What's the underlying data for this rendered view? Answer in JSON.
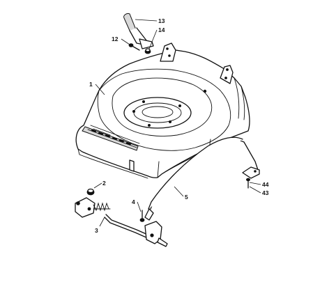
{
  "callouts": {
    "c1": "1",
    "c2": "2",
    "c3": "3",
    "c4": "4",
    "c5": "5",
    "c12": "12",
    "c13": "13",
    "c14": "14",
    "c43": "43",
    "c44": "44"
  },
  "colors": {
    "line": "#111111",
    "background": "#ffffff",
    "shade": "#d9d9d9"
  }
}
